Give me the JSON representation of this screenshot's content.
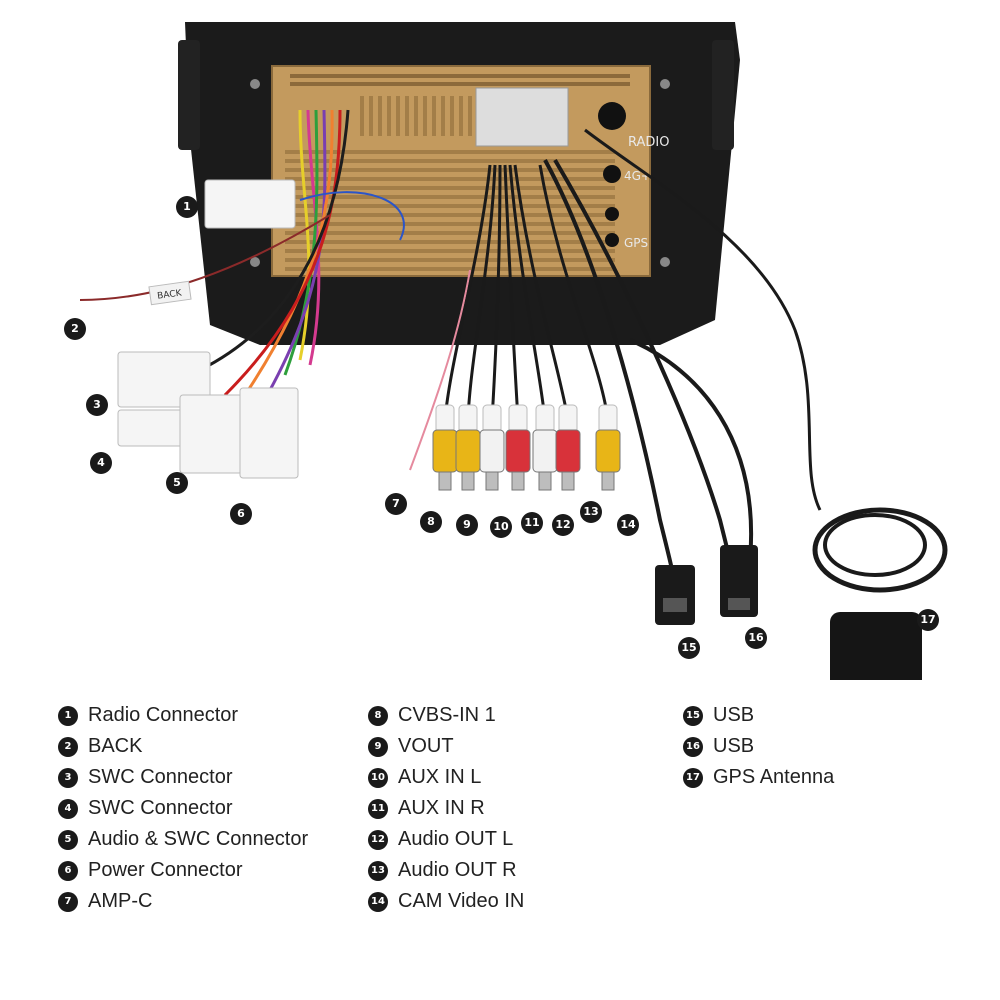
{
  "device_labels": {
    "radio": "RADIO",
    "fourg": "4G+",
    "gps": "GPS",
    "back_tag": "BACK"
  },
  "callouts": [
    "1",
    "2",
    "3",
    "4",
    "5",
    "6",
    "7",
    "8",
    "9",
    "10",
    "11",
    "12",
    "13",
    "14",
    "15",
    "16",
    "17"
  ],
  "legend": {
    "col1": [
      {
        "num": "1",
        "label": "Radio Connector"
      },
      {
        "num": "2",
        "label": "BACK"
      },
      {
        "num": "3",
        "label": "SWC Connector"
      },
      {
        "num": "4",
        "label": "SWC Connector"
      },
      {
        "num": "5",
        "label": "Audio & SWC Connector"
      },
      {
        "num": "6",
        "label": "Power Connector"
      },
      {
        "num": "7",
        "label": "AMP-C"
      }
    ],
    "col2": [
      {
        "num": "8",
        "label": "CVBS-IN 1"
      },
      {
        "num": "9",
        "label": "VOUT"
      },
      {
        "num": "10",
        "label": "AUX IN L"
      },
      {
        "num": "11",
        "label": "AUX IN R"
      },
      {
        "num": "12",
        "label": "Audio OUT L"
      },
      {
        "num": "13",
        "label": "Audio OUT R"
      },
      {
        "num": "14",
        "label": "CAM Video IN"
      }
    ],
    "col3": [
      {
        "num": "15",
        "label": "USB"
      },
      {
        "num": "16",
        "label": "USB"
      },
      {
        "num": "17",
        "label": "GPS Antenna"
      }
    ]
  },
  "colors": {
    "housing": "#1b1b1b",
    "board": "#c39a5e",
    "rca_yellow": "#e8b517",
    "rca_red": "#d8323a",
    "rca_white": "#f2f2f2"
  }
}
